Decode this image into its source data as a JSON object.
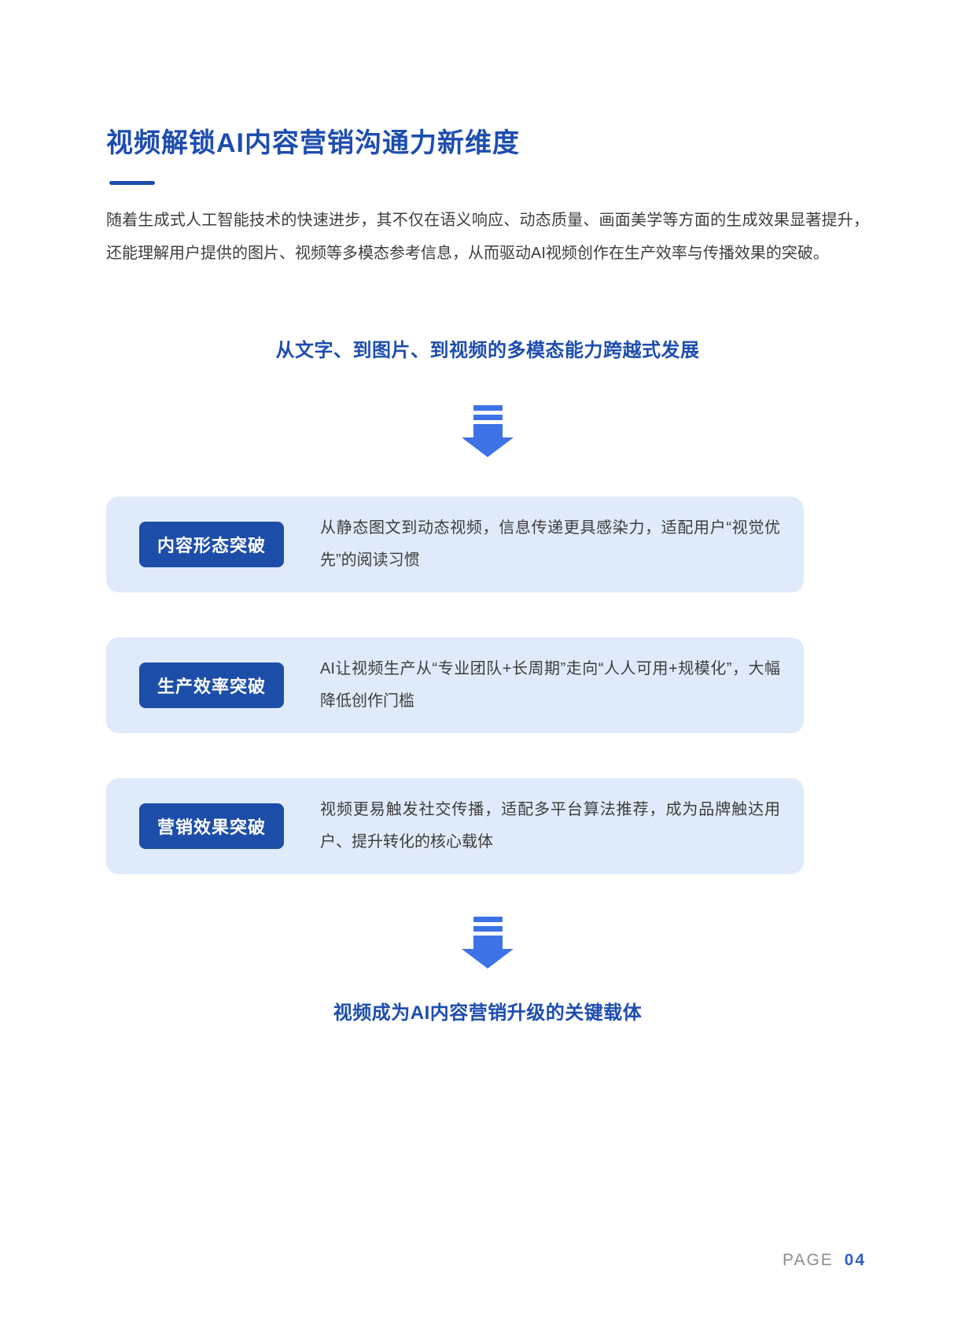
{
  "page": {
    "title": "视频解锁AI内容营销沟通力新维度"
  },
  "intro": {
    "text": "随着生成式人工智能技术的快速进步，其不仅在语义响应、动态质量、画面美学等方面的生成效果显著提升，还能理解用户提供的图片、视频等多模态参考信息，从而驱动AI视频创作在生产效率与传播效果的突破。"
  },
  "flow": {
    "top_heading": "从文字、到图片、到视频的多模态能力跨越式发展",
    "bottom_heading": "视频成为AI内容营销升级的关键载体",
    "arrow_icon": "down-arrow",
    "cards": [
      {
        "badge": "内容形态突破",
        "text": "从静态图文到动态视频，信息传递更具感染力，适配用户“视觉优先”的阅读习惯"
      },
      {
        "badge": "生产效率突破",
        "text": "AI让视频生产从“专业团队+长周期”走向“人人可用+规模化”，大幅降低创作门槛"
      },
      {
        "badge": "营销效果突破",
        "text": "视频更易触发社交传播，适配多平台算法推荐，成为品牌触达用户、提升转化的核心载体"
      }
    ]
  },
  "footer": {
    "page_label": "PAGE",
    "page_number": "04"
  },
  "colors": {
    "primary": "#1d4daf",
    "arrow": "#3d73e6",
    "card_bg": "#dfebfa",
    "badge_bg": "#1c4ea9",
    "body_text": "#3d3d3d",
    "footer_gray": "#8d8d8d",
    "footer_blue": "#2a62c6"
  }
}
